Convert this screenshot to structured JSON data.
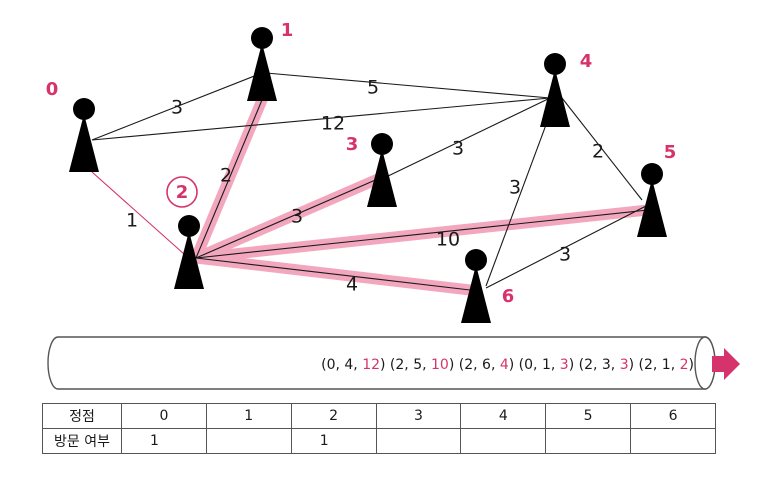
{
  "graph": {
    "nodes": [
      {
        "id": 0,
        "label": "0"
      },
      {
        "id": 1,
        "label": "1"
      },
      {
        "id": 2,
        "label": "2"
      },
      {
        "id": 3,
        "label": "3"
      },
      {
        "id": 4,
        "label": "4"
      },
      {
        "id": 5,
        "label": "5"
      },
      {
        "id": 6,
        "label": "6"
      }
    ],
    "edges": [
      {
        "from": 0,
        "to": 1,
        "weight": "3",
        "highlight": false
      },
      {
        "from": 0,
        "to": 4,
        "weight": "12",
        "highlight": false
      },
      {
        "from": 0,
        "to": 2,
        "weight": "1",
        "highlight": false
      },
      {
        "from": 1,
        "to": 4,
        "weight": "5",
        "highlight": false
      },
      {
        "from": 1,
        "to": 2,
        "weight": "2",
        "highlight": true
      },
      {
        "from": 2,
        "to": 3,
        "weight": "3",
        "highlight": true
      },
      {
        "from": 2,
        "to": 5,
        "weight": "10",
        "highlight": true
      },
      {
        "from": 2,
        "to": 6,
        "weight": "4",
        "highlight": true
      },
      {
        "from": 3,
        "to": 4,
        "weight": "3",
        "highlight": false
      },
      {
        "from": 4,
        "to": 5,
        "weight": "2",
        "highlight": false
      },
      {
        "from": 4,
        "to": 6,
        "weight": "3",
        "highlight": false
      },
      {
        "from": 6,
        "to": 5,
        "weight": "3",
        "highlight": false
      }
    ],
    "current_node": 2
  },
  "queue": {
    "items": [
      {
        "a": "0",
        "b": "4",
        "w": "12"
      },
      {
        "a": "2",
        "b": "5",
        "w": "10"
      },
      {
        "a": "2",
        "b": "6",
        "w": "4"
      },
      {
        "a": "0",
        "b": "1",
        "w": "3"
      },
      {
        "a": "2",
        "b": "3",
        "w": "3"
      },
      {
        "a": "2",
        "b": "1",
        "w": "2"
      }
    ]
  },
  "table": {
    "row1_header": "정점",
    "row2_header": "방문 여부",
    "vertices": [
      "0",
      "1",
      "2",
      "3",
      "4",
      "5",
      "6"
    ],
    "visited": [
      "1",
      "",
      "1",
      "",
      "",
      "",
      ""
    ]
  },
  "colors": {
    "accent": "#d6336c",
    "highlight": "#f2a7bf",
    "node": "#000000",
    "line": "#1a1a1a"
  }
}
